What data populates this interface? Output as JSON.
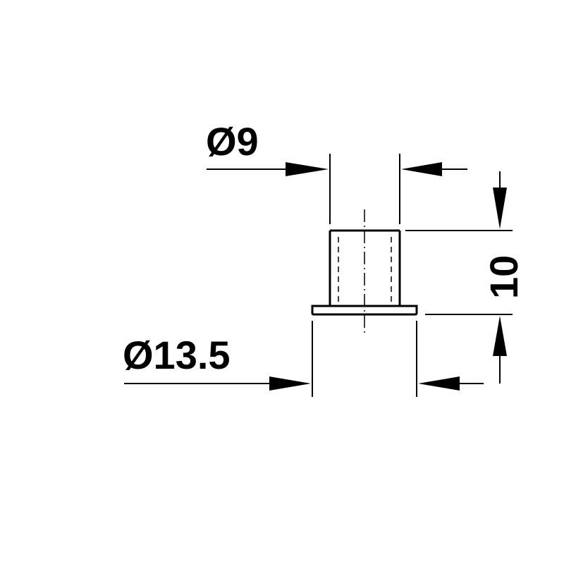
{
  "dimensions": {
    "top_diameter": "Ø9",
    "bottom_diameter": "Ø13.5",
    "height": "10"
  }
}
